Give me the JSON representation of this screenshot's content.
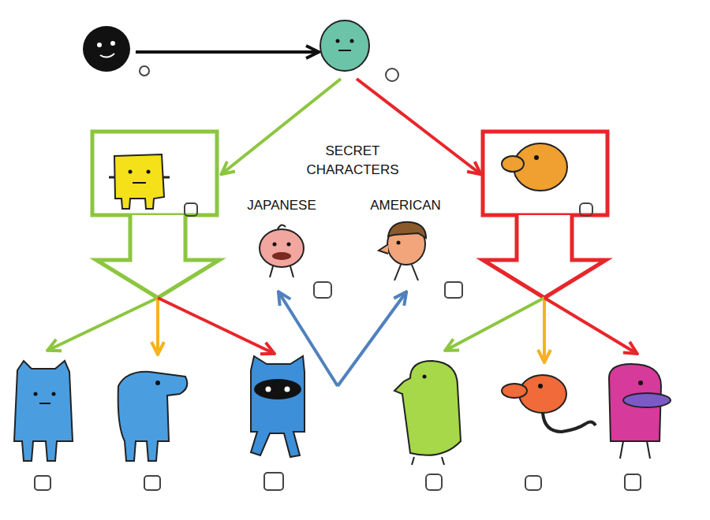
{
  "diagram": {
    "labels": [
      "SECRET CHARACTERS",
      "JAPANESE",
      "AMERICAN"
    ]
  }
}
